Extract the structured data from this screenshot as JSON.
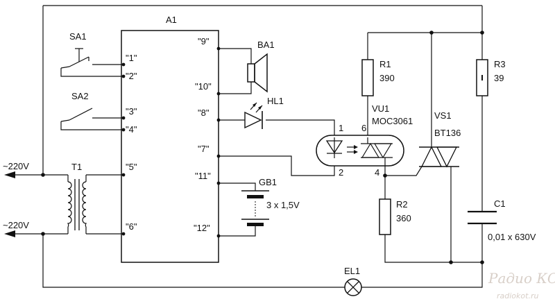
{
  "module": {
    "label": "A1"
  },
  "pins": {
    "p1": "\"1\"",
    "p2": "\"2\"",
    "p3": "\"3\"",
    "p4": "\"4\"",
    "p5": "\"5\"",
    "p6": "\"6\"",
    "p7": "\"7\"",
    "p8": "\"8\"",
    "p9": "\"9\"",
    "p10": "\"10\"",
    "p11": "\"11\"",
    "p12": "\"12\""
  },
  "components": {
    "sa1": "SA1",
    "sa2": "SA2",
    "t1": "T1",
    "ba1": "BA1",
    "hl1": "HL1",
    "gb1": {
      "name": "GB1",
      "value": "3 x 1,5V"
    },
    "r1": {
      "name": "R1",
      "value": "390"
    },
    "r2": {
      "name": "R2",
      "value": "360"
    },
    "r3": {
      "name": "R3",
      "value": "39"
    },
    "vu1": {
      "name": "VU1",
      "value": "MOC3061",
      "pin1": "1",
      "pin2": "2",
      "pin4": "4",
      "pin6": "6"
    },
    "vs1": {
      "name": "VS1",
      "value": "BT136"
    },
    "c1": {
      "name": "C1",
      "value": "0,01 x 630V"
    },
    "el1": "EL1"
  },
  "mains": {
    "top": "~220V",
    "bottom": "~220V"
  },
  "watermark": {
    "line1": "Радио КОТ",
    "line2": "radiokot.ru"
  }
}
